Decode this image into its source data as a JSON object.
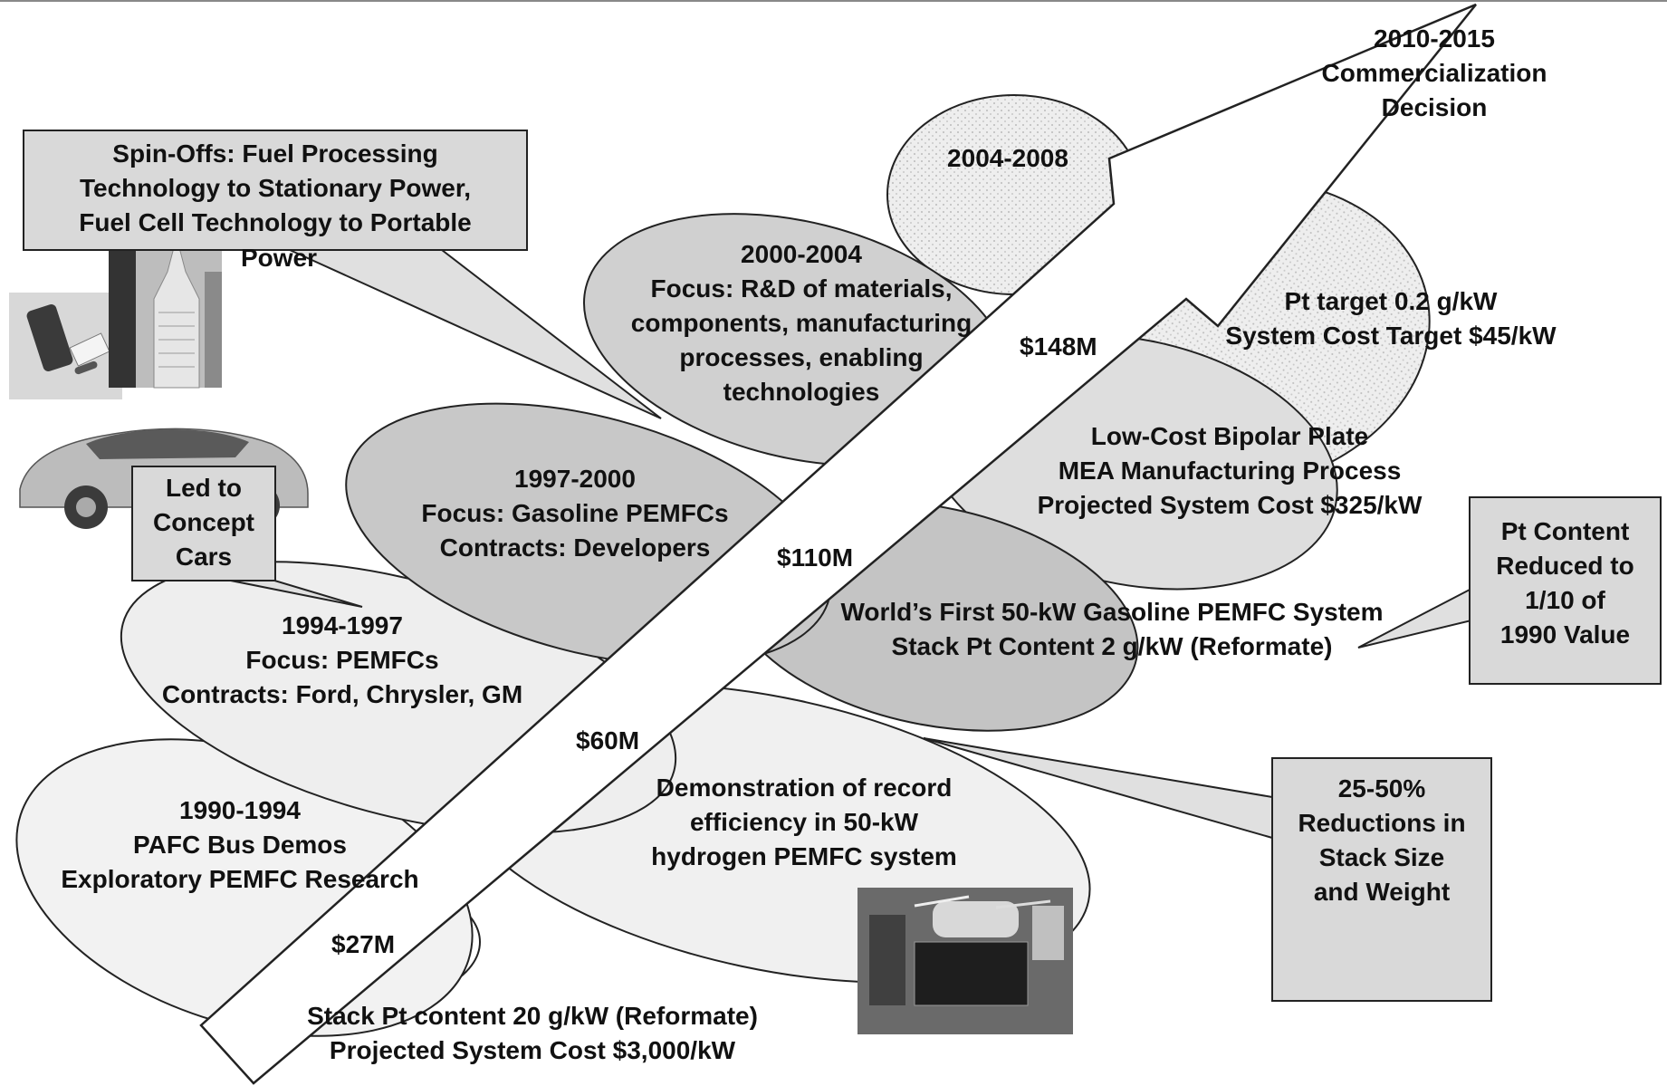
{
  "milestones": [
    {
      "id": "era-1990",
      "lines": [
        "1990-1994",
        "PAFC Bus Demos",
        "Exploratory PEMFC Research"
      ]
    },
    {
      "id": "era-1994",
      "lines": [
        "1994-1997",
        "Focus: PEMFCs",
        "Contracts: Ford, Chrysler, GM"
      ]
    },
    {
      "id": "era-1997",
      "lines": [
        "1997-2000",
        "Focus: Gasoline PEMFCs",
        "Contracts: Developers"
      ]
    },
    {
      "id": "era-2000",
      "lines": [
        "2000-2004",
        "Focus:  R&D of materials,",
        "components, manufacturing",
        "processes, enabling",
        "technologies"
      ]
    },
    {
      "id": "era-2004",
      "lines": [
        "2004-2008"
      ]
    }
  ],
  "achievements": {
    "bottom": [
      "Stack Pt content 20 g/kW (Reformate)",
      "Projected System Cost $3,000/kW"
    ],
    "demo": [
      "Demonstration of record",
      "efficiency in 50-kW",
      "hydrogen PEMFC system"
    ],
    "first_gasoline": [
      "World’s First 50-kW Gasoline PEMFC System",
      "Stack Pt Content 2 g/kW (Reformate)"
    ],
    "bipolar": [
      "Low-Cost Bipolar Plate",
      "MEA Manufacturing Process",
      "Projected System Cost $325/kW"
    ],
    "targets": [
      "Pt target 0.2 g/kW",
      "System Cost Target $45/kW"
    ]
  },
  "commercialization": [
    "2010-2015",
    "Commercialization",
    "Decision"
  ],
  "funding": {
    "f27": "$27M",
    "f60": "$60M",
    "f110": "$110M",
    "f148": "$148M"
  },
  "callouts": {
    "spinoffs": [
      "Spin-Offs: Fuel Processing",
      "Technology to Stationary Power,",
      "Fuel Cell Technology to Portable",
      "Power"
    ],
    "concept": [
      "Led to",
      "Concept",
      "Cars"
    ],
    "pt_content": [
      "Pt Content",
      "Reduced to",
      "1/10 of",
      "1990 Value"
    ],
    "reductions": [
      "25-50%",
      "Reductions in",
      "Stack Size",
      "and Weight"
    ]
  },
  "pictures": {
    "phone": "mobile-phone-photo",
    "building": "skyscraper-photo",
    "car": "concept-car-photo",
    "system": "fuel-cell-system-photo"
  },
  "colors": {
    "petal_light": "#f0f0f0",
    "petal_mid": "#d0d0d0",
    "petal_dark": "#c0c0c0",
    "box_fill": "#d9d9d9",
    "outline": "#222222"
  }
}
